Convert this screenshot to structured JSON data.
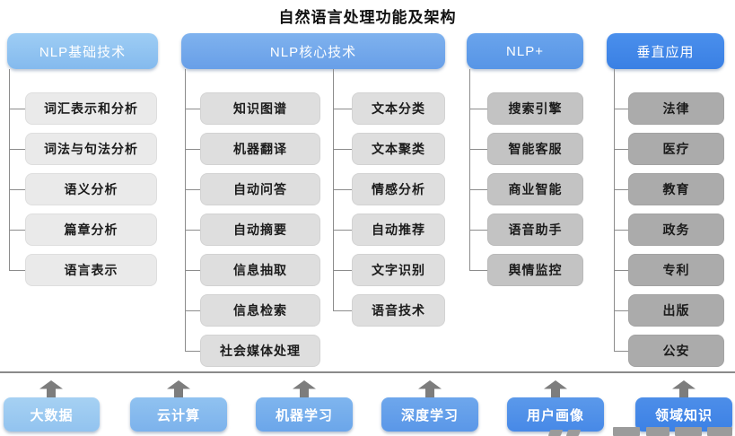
{
  "title": "自然语言处理功能及架构",
  "columns": {
    "basic": {
      "header": "NLP基础技术",
      "items": [
        "词汇表示和分析",
        "词法与句法分析",
        "语义分析",
        "篇章分析",
        "语言表示"
      ]
    },
    "core": {
      "header": "NLP核心技术",
      "left_items": [
        "知识图谱",
        "机器翻译",
        "自动问答",
        "自动摘要",
        "信息抽取",
        "信息检索",
        "社会媒体处理"
      ],
      "right_items": [
        "文本分类",
        "文本聚类",
        "情感分析",
        "自动推荐",
        "文字识别",
        "语音技术"
      ]
    },
    "plus": {
      "header": "NLP+",
      "items": [
        "搜索引擎",
        "智能客服",
        "商业智能",
        "语音助手",
        "舆情监控"
      ]
    },
    "vertical": {
      "header": "垂直应用",
      "items": [
        "法律",
        "医疗",
        "教育",
        "政务",
        "专利",
        "出版",
        "公安"
      ]
    }
  },
  "foundation": {
    "items": [
      "大数据",
      "云计算",
      "机器学习",
      "深度学习",
      "用户画像",
      "领域知识"
    ]
  },
  "colors": {
    "header_basic": "#8cc2f0",
    "header_core": "#6fa8eb",
    "header_plus": "#5f9de9",
    "header_vertical": "#3f87e9",
    "item_basic": "#eaeaea",
    "item_core": "#dedede",
    "item_plus": "#c3c3c3",
    "item_vertical": "#ababab",
    "foundation_light_to_dark": [
      "#9ccaf1",
      "#86bcee",
      "#75b0ed",
      "#64a0ea",
      "#5093e9",
      "#4389e8"
    ],
    "connector_gray": "#8c8c8c",
    "arrow_gray": "#7d7d7d"
  }
}
